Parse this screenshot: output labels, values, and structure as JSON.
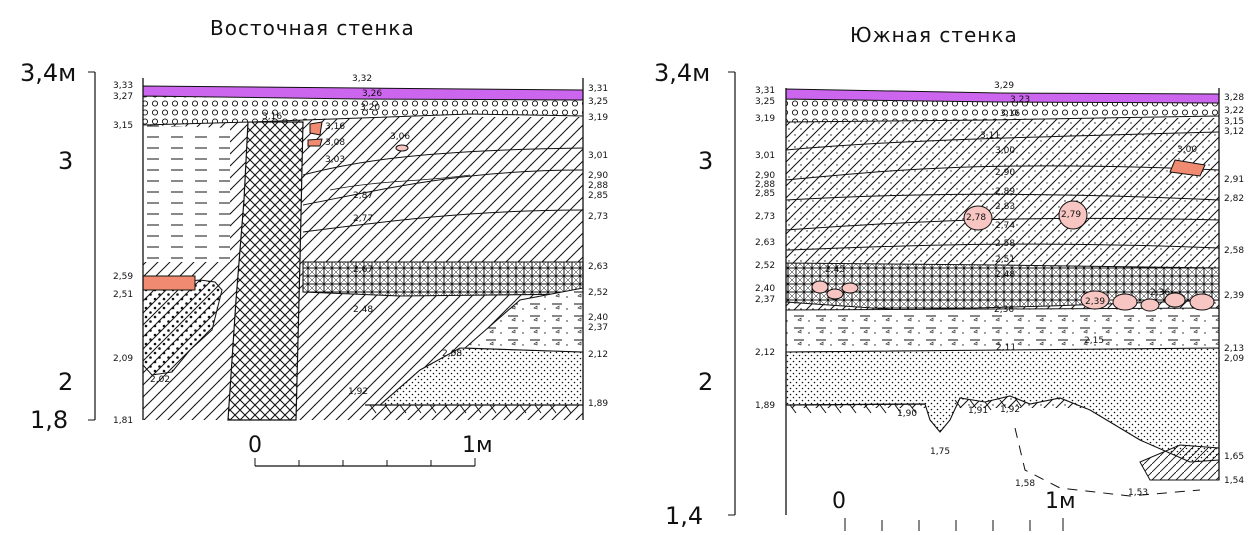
{
  "east_wall": {
    "title": "Восточная стенка",
    "scale_axis": [
      {
        "id": "top",
        "label": "3,4м"
      },
      {
        "id": "mid",
        "label": "3"
      },
      {
        "id": "low",
        "label": "2"
      },
      {
        "id": "bot",
        "label": "1,8"
      }
    ],
    "scale_bar": {
      "zero_label": "0",
      "one_label": "1м"
    },
    "left_marks": [
      "3,33",
      "3,27",
      "3,15",
      "2,59",
      "2,51",
      "2,09",
      "1,81"
    ],
    "right_marks": [
      "3,31",
      "3,25",
      "3,19",
      "3,01",
      "2,90",
      "2,88",
      "2,85",
      "2,73",
      "2,63",
      "2,52",
      "2,40",
      "2,37",
      "2,12",
      "1,89"
    ],
    "inner_marks": [
      "3,32",
      "3,26",
      "3,20",
      "3,16",
      "3,16",
      "3,08",
      "3,06",
      "3,03",
      "2,87",
      "2,77",
      "2,67",
      "2,48",
      "2,08",
      "1,92",
      "2,02"
    ]
  },
  "south_wall": {
    "title": "Южная стенка",
    "scale_axis": [
      {
        "id": "top",
        "label": "3,4м"
      },
      {
        "id": "mid",
        "label": "3"
      },
      {
        "id": "low",
        "label": "2"
      },
      {
        "id": "bot",
        "label": "1,4"
      }
    ],
    "scale_bar": {
      "zero_label": "0",
      "one_label": "1м"
    },
    "left_marks": [
      "3,31",
      "3,25",
      "3,19",
      "3,01",
      "2,90",
      "2,88",
      "2,85",
      "2,73",
      "2,63",
      "2,52",
      "2,40",
      "2,37",
      "2,12",
      "1,89"
    ],
    "right_marks": [
      "3,28",
      "3,22",
      "3,15",
      "3,12",
      "2,91",
      "2,82",
      "2,58",
      "2,39",
      "2,13",
      "2,09",
      "1,65",
      "1,54"
    ],
    "inner_marks": [
      "3,29",
      "3,23",
      "3,16",
      "3,11",
      "3,00",
      "3,00",
      "2,90",
      "2,89",
      "2,83",
      "2,78",
      "2,79",
      "2,74",
      "2,58",
      "2,51",
      "2,48",
      "2,45",
      "2,36",
      "2,39",
      "2,36",
      "2,15",
      "2,11",
      "1,90",
      "1,91",
      "1,92",
      "1,75",
      "1,58",
      "1,53"
    ]
  },
  "colors": {
    "sod": "#cc66ee",
    "brick": "#f08a70",
    "stone": "#f7c6c2",
    "line": "#111111"
  }
}
